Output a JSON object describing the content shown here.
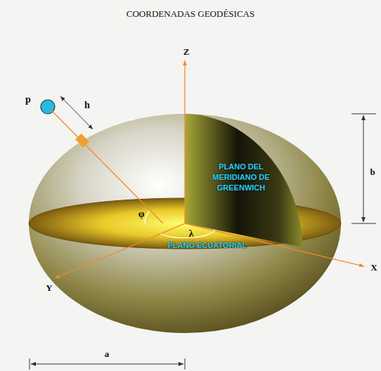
{
  "diagram": {
    "title": "COORDENADAS GEODÉSICAS",
    "nodes": [
      {
        "text": [
          "p"
        ]
      },
      {
        "text": [
          "PLANO ECUATORIAL"
        ]
      },
      {
        "text": [
          "PLANO DEL MERIDIANO DE GREENWICH"
        ]
      }
    ],
    "labels": [
      "Z",
      "X",
      "Y",
      "h",
      "φ",
      "λ",
      "b",
      "a"
    ]
  }
}
